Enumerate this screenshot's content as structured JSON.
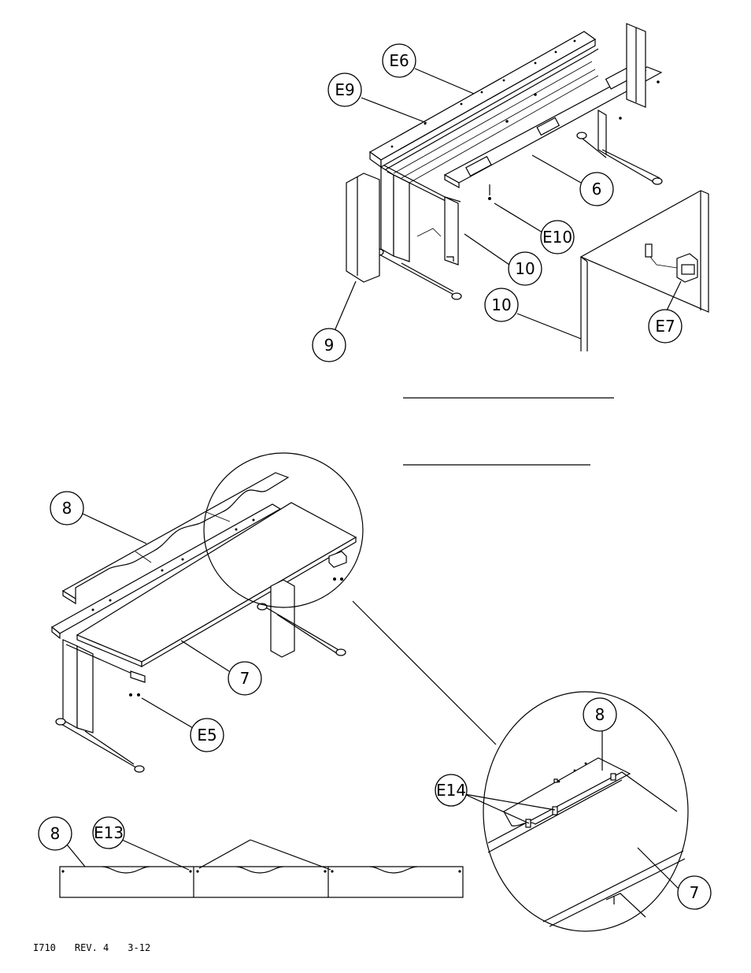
{
  "callouts": {
    "top": [
      {
        "id": "e6",
        "label": "E6"
      },
      {
        "id": "e9",
        "label": "E9"
      },
      {
        "id": "p6",
        "label": "6"
      },
      {
        "id": "e10",
        "label": "E10"
      },
      {
        "id": "p10a",
        "label": "10"
      },
      {
        "id": "p10b",
        "label": "10"
      },
      {
        "id": "e7",
        "label": "E7"
      },
      {
        "id": "p9",
        "label": "9"
      }
    ],
    "middle": [
      {
        "id": "p8a",
        "label": "8"
      },
      {
        "id": "p7a",
        "label": "7"
      },
      {
        "id": "e5",
        "label": "E5"
      }
    ],
    "detail": [
      {
        "id": "p8b",
        "label": "8"
      },
      {
        "id": "e14",
        "label": "E14"
      },
      {
        "id": "p7b",
        "label": "7"
      }
    ],
    "strip": [
      {
        "id": "p8c",
        "label": "8"
      },
      {
        "id": "e13",
        "label": "E13"
      }
    ]
  },
  "footer": {
    "doc_number": "I710",
    "revision": "REV. 4",
    "date": "3-12"
  }
}
